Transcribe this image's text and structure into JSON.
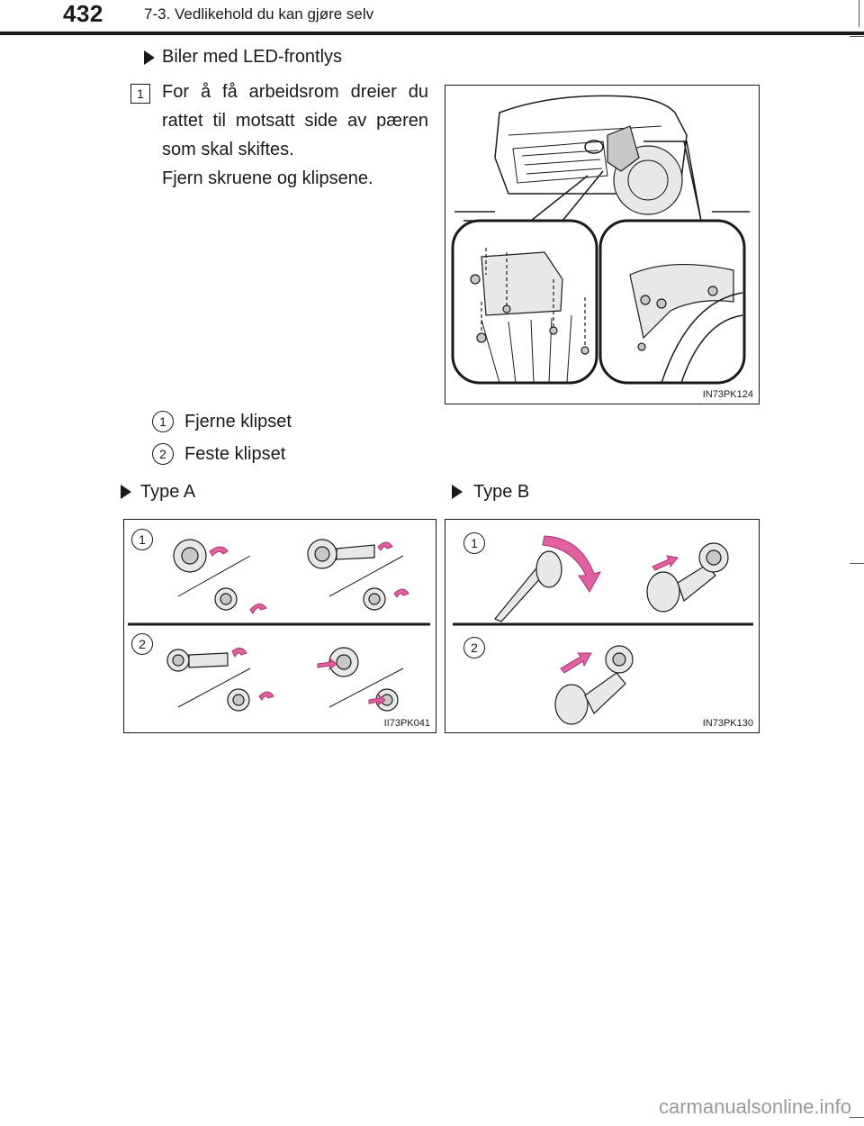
{
  "header": {
    "page_number": "432",
    "section_title": "7-3. Vedlikehold du kan gjøre selv"
  },
  "section": {
    "heading": "Biler med LED-frontlys",
    "step": {
      "number": "1",
      "paragraphs": [
        "For å få arbeidsrom dreier du rattet til motsatt side av pæren som skal skiftes.",
        "Fjern skruene og klipsene."
      ]
    },
    "figure_code": "IN73PK124",
    "legend": [
      {
        "num": "1",
        "text": "Fjerne klipset"
      },
      {
        "num": "2",
        "text": "Feste klipset"
      }
    ]
  },
  "types": [
    {
      "label": "Type A",
      "figure_code": "II73PK041",
      "markers": [
        "1",
        "2"
      ]
    },
    {
      "label": "Type B",
      "figure_code": "IN73PK130",
      "markers": [
        "1",
        "2"
      ]
    }
  ],
  "footer": {
    "watermark": "carmanualsonline.info"
  },
  "colors": {
    "arrow_pink": "#e060a0",
    "ink": "#1a1a1a"
  }
}
